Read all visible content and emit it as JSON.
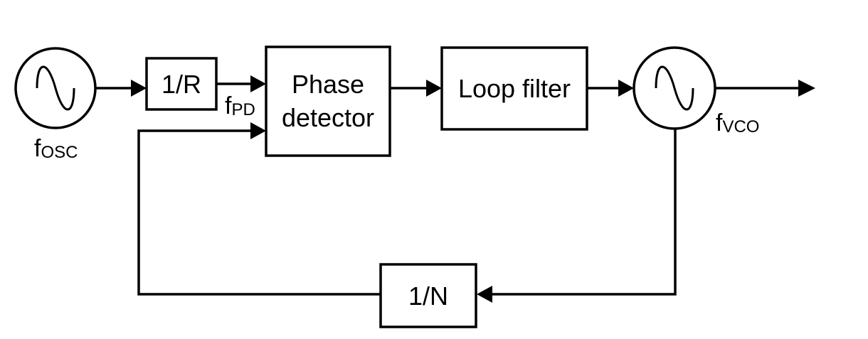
{
  "blocks": {
    "reference_divider": "1/R",
    "phase_detector_line1": "Phase",
    "phase_detector_line2": "detector",
    "loop_filter": "Loop filter",
    "feedback_divider": "1/N"
  },
  "signals": {
    "osc": {
      "main": "f",
      "sub": "OSC"
    },
    "pd": {
      "main": "f",
      "sub": "PD"
    },
    "vco": {
      "main": "f",
      "sub": "VCO"
    }
  },
  "colors": {
    "line": "#000000",
    "background": "#ffffff"
  }
}
